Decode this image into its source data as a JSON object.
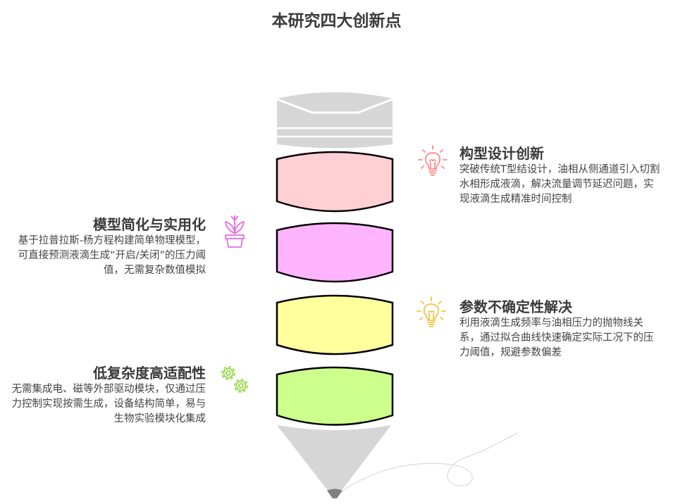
{
  "title": "本研究四大创新点",
  "innovations": [
    {
      "title": "构型设计创新",
      "text": "突破传统T型结设计，油相从侧通道引入切割水相形成液滴，解决流量调节延迟问题，实现液滴生成精准时间控制",
      "icon": "lightbulb-icon",
      "color": "#ff8a8a"
    },
    {
      "title": "模型简化与实用化",
      "text": "基于拉普拉斯-杨方程构建简单物理模型，可直接预测液滴生成“开启/关闭”的压力阈值，无需复杂数值模拟",
      "icon": "plant-pot-icon",
      "color": "#e76bea"
    },
    {
      "title": "参数不确定性解决",
      "text": "利用液滴生成频率与油相压力的抛物线关系，通过拟合曲线快速确定实际工况下的压力阈值，规避参数偏差",
      "icon": "lightbulb-icon",
      "color": "#f5c242"
    },
    {
      "title": "低复杂度高适配性",
      "text": "无需集成电、磁等外部驱动模块，仅通过压力控制实现按需生成，设备结构简单，易与生物实验模块化集成",
      "icon": "gears-icon",
      "color": "#8fd63a"
    }
  ],
  "segment_colors": [
    "#ffcfd3",
    "#ffb4ff",
    "#ffff9e",
    "#ccff8c"
  ]
}
